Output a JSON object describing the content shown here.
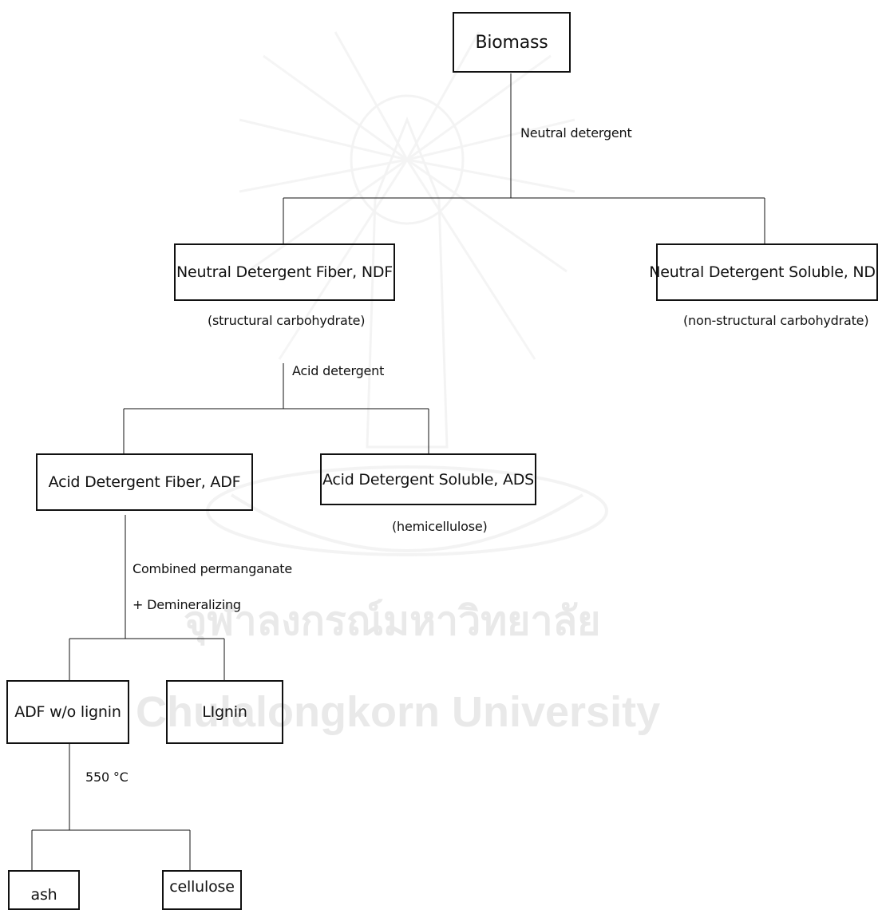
{
  "watermark": {
    "thai_text": "จุฬาลงกรณ์มหาวิทยาลัย",
    "english_text": "Chulalongkorn University"
  },
  "nodes": {
    "biomass": "Biomass",
    "ndf": "Neutral Detergent Fiber, NDF",
    "nds": "Neutral Detergent Soluble, NDS",
    "adf": "Acid Detergent Fiber, ADF",
    "ads": "Acid Detergent Soluble, ADS",
    "adf_wo_lignin": "ADF w/o lignin",
    "lignin": "LIgnin",
    "ash": "ash",
    "cellulose": "cellulose"
  },
  "annotations": {
    "ndf_note": "(structural carbohydrate)",
    "nds_note": "(non-structural carbohydrate)",
    "ads_note": "(hemicellulose)"
  },
  "processes": {
    "neutral_detergent": "Neutral detergent",
    "acid_detergent": "Acid detergent",
    "permanganate_line1": "Combined permanganate",
    "permanganate_line2": "+ Demineralizing",
    "ashing": "550 °C"
  }
}
